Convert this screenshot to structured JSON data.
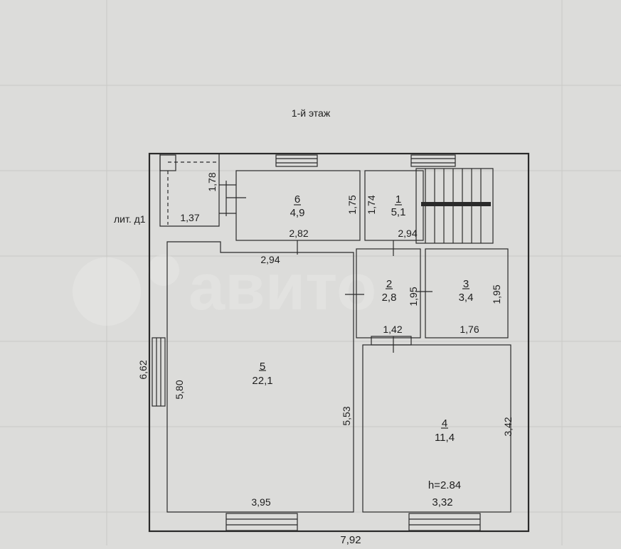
{
  "floor_title": "1-й этаж",
  "annex_label": "лит. д1",
  "overall": {
    "height": "6,62",
    "width": "7,92"
  },
  "rooms": {
    "r1": {
      "number": "1",
      "area": "5,1",
      "dim_h": "1,74",
      "dim_w": "2,94"
    },
    "r2": {
      "number": "2",
      "area": "2,8",
      "dim_h": "1,95",
      "dim_w": "1,42"
    },
    "r3": {
      "number": "3",
      "area": "3,4",
      "dim_h": "1,95",
      "dim_w": "1,76"
    },
    "r4": {
      "number": "4",
      "area": "11,4",
      "dim_h": "3,42",
      "dim_w": "3,32",
      "ceiling": "h=2.84"
    },
    "r5": {
      "number": "5",
      "area": "22,1",
      "dim_h_left": "5,80",
      "dim_h_right": "5,53",
      "dim_w_top": "2,94",
      "dim_w_bottom": "3,95"
    },
    "r6": {
      "number": "6",
      "area": "4,9",
      "dim_h": "1,75",
      "dim_w": "2,82"
    },
    "annex": {
      "dim_h": "1,78",
      "dim_w": "1,37"
    }
  },
  "watermark_text": "авито"
}
